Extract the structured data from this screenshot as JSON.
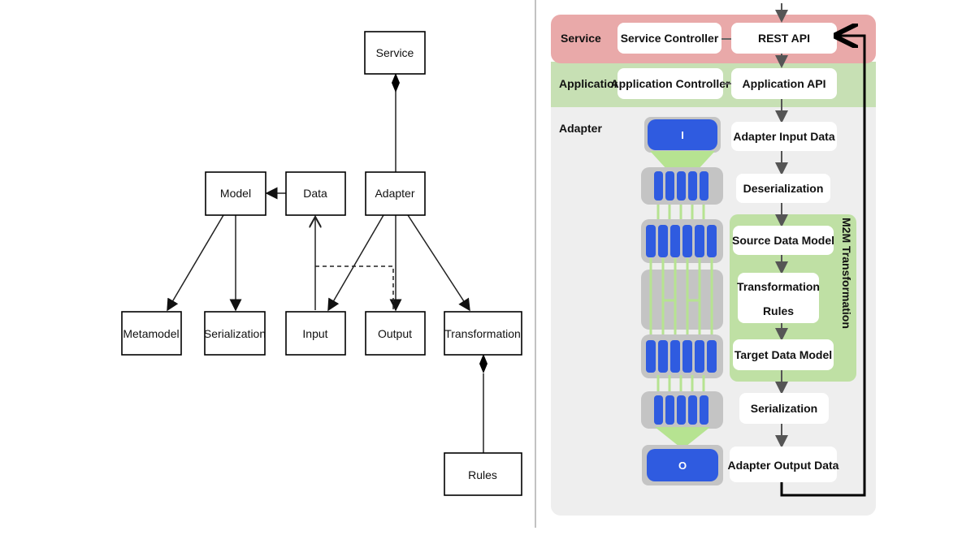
{
  "left_diagram": {
    "boxes": {
      "service": "Service",
      "model": "Model",
      "data": "Data",
      "adapter": "Adapter",
      "metamodel": "Metamodel",
      "serialization": "Serialization",
      "input": "Input",
      "output": "Output",
      "transformation": "Transformation",
      "rules": "Rules"
    }
  },
  "right_diagram": {
    "layers": {
      "service": "Service",
      "application": "Application",
      "adapter": "Adapter"
    },
    "service_controller": "Service Controller",
    "rest_api": "REST API",
    "application_controller": "Application Controller",
    "application_api": "Application API",
    "steps": {
      "adapter_input_data": "Adapter Input Data",
      "deserialization": "Deserialization",
      "source_data_model": "Source Data Model",
      "transformation_rules_1": "Transformation",
      "transformation_rules_2": "Rules",
      "target_data_model": "Target Data Model",
      "serialization": "Serialization",
      "adapter_output_data": "Adapter Output Data"
    },
    "m2m_label": "M2M Transformation",
    "input_marker": "I",
    "output_marker": "O",
    "colors": {
      "service_band": "#e9a9a9",
      "application_band": "#c7e0b4",
      "adapter_panel": "#eeeeee",
      "m2m_panel": "#bfe0a4",
      "block_blue": "#2f5be0",
      "block_gray": "#c4c4c4",
      "connector_green": "#b6e391"
    }
  }
}
